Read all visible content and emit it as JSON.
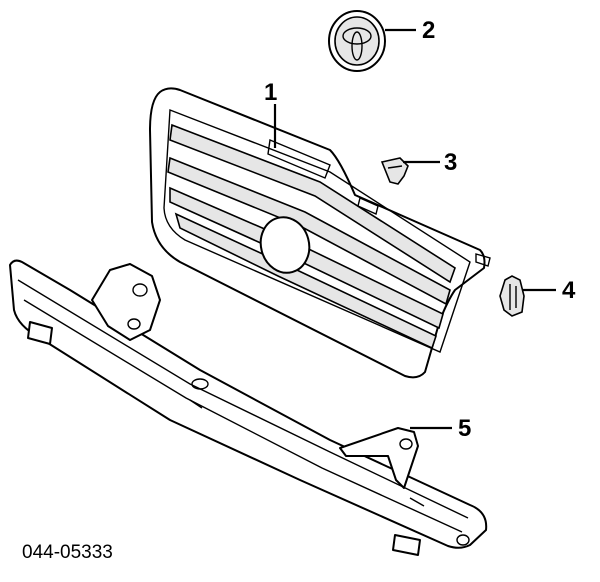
{
  "diagram": {
    "callouts": [
      {
        "id": "grille",
        "label": "1"
      },
      {
        "id": "emblem",
        "label": "2"
      },
      {
        "id": "clip-upper",
        "label": "3"
      },
      {
        "id": "clip-side",
        "label": "4"
      },
      {
        "id": "bracket",
        "label": "5"
      }
    ],
    "part_code": "044-05333"
  }
}
